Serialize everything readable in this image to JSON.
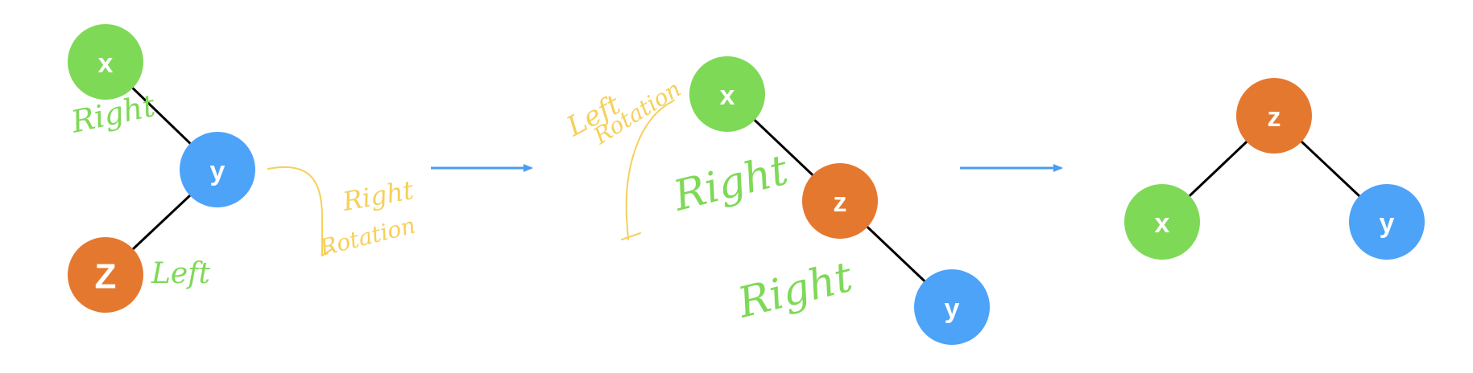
{
  "colors": {
    "green": "#7ed957",
    "blue": "#4da3f7",
    "orange": "#e5782f",
    "edge": "#000000",
    "arrow": "#4a9cf0",
    "annotation_yellow": "#f5d05a",
    "annotation_green": "#7ed957"
  },
  "diagram": {
    "nodes": [
      {
        "id": "s1-x",
        "label": "x",
        "color": "green"
      },
      {
        "id": "s1-y",
        "label": "y",
        "color": "blue"
      },
      {
        "id": "s1-z",
        "label": "Z",
        "color": "orange"
      },
      {
        "id": "s2-x",
        "label": "x",
        "color": "green"
      },
      {
        "id": "s2-z",
        "label": "z",
        "color": "orange"
      },
      {
        "id": "s2-y",
        "label": "y",
        "color": "blue"
      },
      {
        "id": "s3-z",
        "label": "z",
        "color": "orange"
      },
      {
        "id": "s3-x",
        "label": "x",
        "color": "green"
      },
      {
        "id": "s3-y",
        "label": "y",
        "color": "blue"
      }
    ],
    "edges": [
      {
        "from": "s1-x",
        "to": "s1-y"
      },
      {
        "from": "s1-y",
        "to": "s1-z"
      },
      {
        "from": "s2-x",
        "to": "s2-z"
      },
      {
        "from": "s2-z",
        "to": "s2-y"
      },
      {
        "from": "s3-z",
        "to": "s3-x"
      },
      {
        "from": "s3-z",
        "to": "s3-y"
      }
    ],
    "annotations": {
      "s1_right": "Right",
      "s1_left": "Left",
      "s1_right_rotation_1": "Right",
      "s1_right_rotation_2": "Rotation",
      "s2_left_rotation_1": "Left",
      "s2_left_rotation_2": "Rotation",
      "s2_right_1": "Right",
      "s2_right_2": "Right"
    }
  }
}
